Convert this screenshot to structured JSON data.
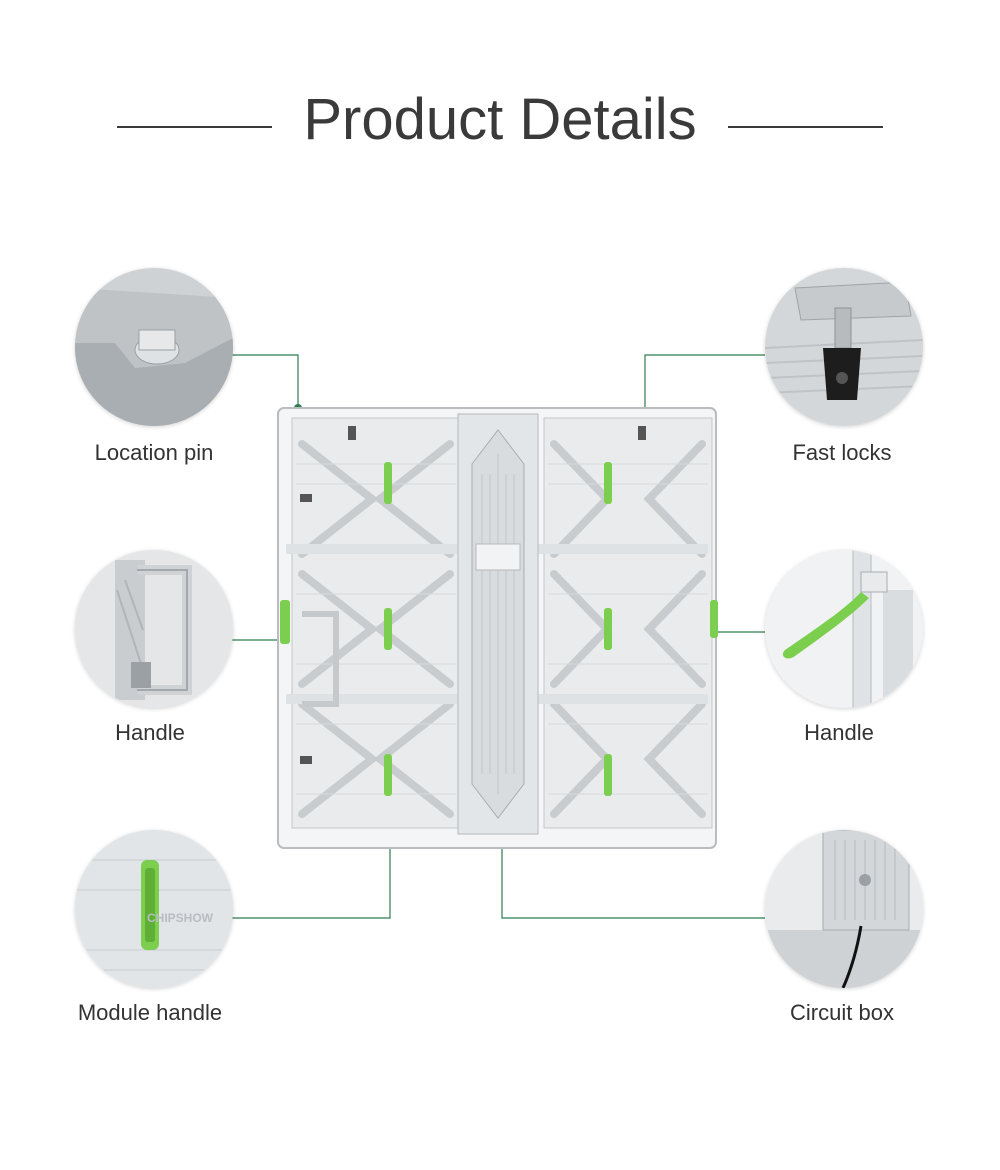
{
  "header": {
    "title": "Product Details"
  },
  "features": {
    "location_pin": "Location pin",
    "fast_locks": "Fast locks",
    "handle_left": "Handle",
    "handle_right": "Handle",
    "module_handle": "Module handle",
    "circuit_box": "Circuit box"
  },
  "brand": {
    "watermark": "CHIPSHOW"
  },
  "colors": {
    "accent_green": "#7ccf4e",
    "connector_green": "#2e7d4f",
    "panel_gray": "#c9ccce",
    "text": "#333333"
  },
  "icons": [
    "location-pin-closeup",
    "fast-lock-closeup",
    "handle-closeup",
    "module-handle-closeup",
    "circuit-box-closeup"
  ]
}
